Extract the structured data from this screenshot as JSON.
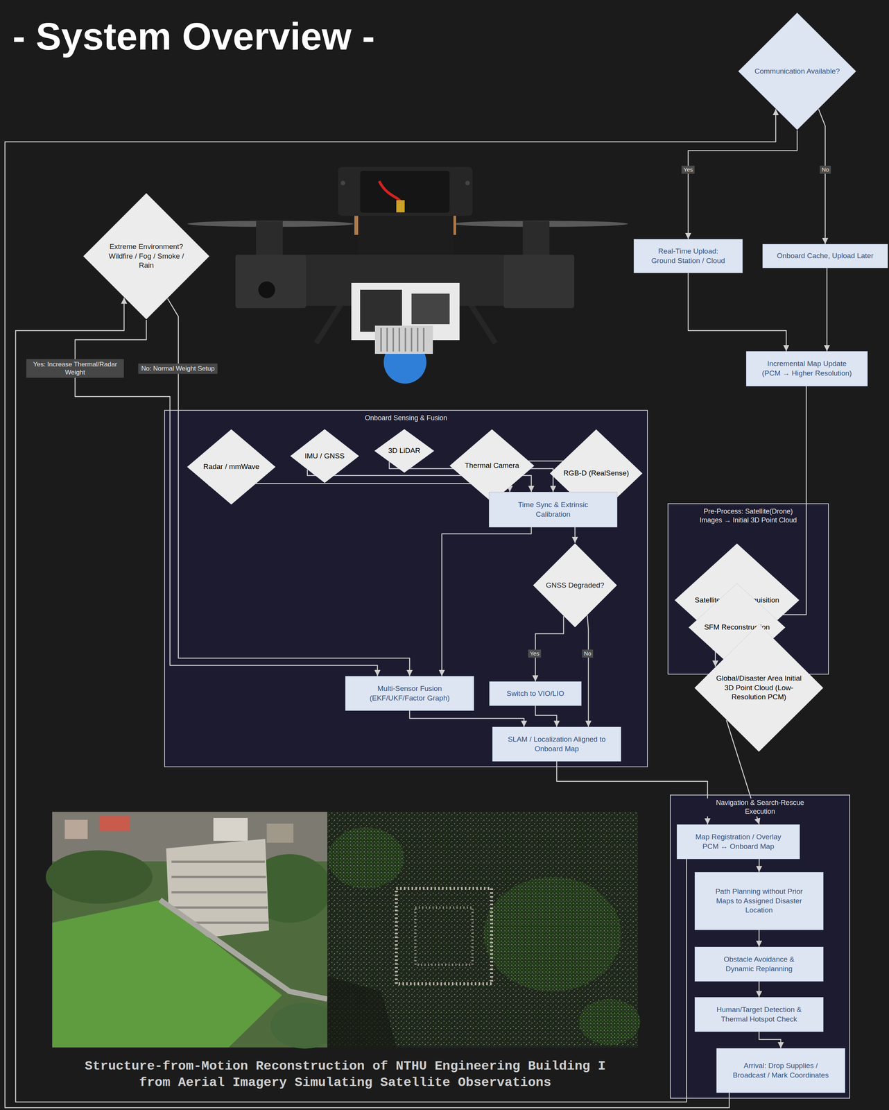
{
  "diagram": {
    "title": "- System Overview -",
    "caption": "Structure-from-Motion Reconstruction of NTHU Engineering Building I from Aerial Imagery Simulating Satellite Observations",
    "nodes": [
      {
        "text": [
          "Communication Available?"
        ]
      },
      {
        "text": [
          "Real-Time Upload: Ground Station / Cloud"
        ]
      },
      {
        "text": [
          "Onboard Cache, Upload Later"
        ]
      },
      {
        "text": [
          "Extreme Environment? Wildfire / Fog / Smoke / Rain"
        ]
      },
      {
        "text": [
          "Incremental Map Update (PCM → Higher Resolution)"
        ]
      },
      {
        "text": [
          "Onboard Sensing & Fusion"
        ]
      },
      {
        "text": [
          "Radar / mmWave"
        ],
        "in": 5
      },
      {
        "text": [
          "IMU / GNSS"
        ],
        "in": 5
      },
      {
        "text": [
          "3D LiDAR"
        ],
        "in": 5
      },
      {
        "text": [
          "Thermal Camera"
        ],
        "in": 5
      },
      {
        "text": [
          "RGB-D (RealSense)"
        ],
        "in": 5
      },
      {
        "text": [
          "Time Sync & Extrinsic Calibration"
        ],
        "in": 5
      },
      {
        "text": [
          "Pre-Process: Satellite(Drone) Images → Initial 3D Point Cloud"
        ]
      },
      {
        "text": [
          "Satellite Image Acquisition"
        ],
        "in": 12
      },
      {
        "text": [
          "GNSS Degraded?"
        ],
        "in": 5
      },
      {
        "text": [
          "SFM Reconstruction"
        ],
        "in": 12
      },
      {
        "text": [
          "Global/Disaster Area Initial 3D Point Cloud (Low-Resolution PCM)"
        ],
        "in": 12
      },
      {
        "text": [
          "Multi-Sensor Fusion (EKF/UKF/Factor Graph)"
        ],
        "in": 5
      },
      {
        "text": [
          "Switch to VIO/LIO"
        ],
        "in": 5
      },
      {
        "text": [
          "SLAM / Localization Aligned to Onboard Map"
        ],
        "in": 5
      },
      {
        "text": [
          "Navigation & Search-Rescue Execution"
        ]
      },
      {
        "text": [
          "Map Registration / Overlay PCM ↔ Onboard Map"
        ],
        "in": 20
      },
      {
        "text": [
          "Path Planning without Prior Maps to Assigned Disaster Location"
        ],
        "in": 20
      },
      {
        "text": [
          "Obstacle Avoidance & Dynamic Replanning"
        ],
        "in": 20
      },
      {
        "text": [
          "Human/Target Detection & Thermal Hotspot Check"
        ],
        "in": 20
      },
      {
        "text": [
          "Arrival: Drop Supplies / Broadcast / Mark Coordinates"
        ],
        "in": 20
      }
    ],
    "edges": [
      {
        "from": 0,
        "to": 1,
        "arrow": "to",
        "label": "Yes"
      },
      {
        "from": 0,
        "to": 2,
        "arrow": "to",
        "label": "No"
      },
      {
        "from": 1,
        "to": 4,
        "arrow": "to"
      },
      {
        "from": 2,
        "to": 4,
        "arrow": "to"
      },
      {
        "from": 4,
        "to": 16,
        "arrow": "to"
      },
      {
        "from": 13,
        "to": 15,
        "arrow": "to"
      },
      {
        "from": 15,
        "to": 16,
        "arrow": "to"
      },
      {
        "from": 6,
        "to": 11,
        "arrow": "to"
      },
      {
        "from": 7,
        "to": 11,
        "arrow": "to"
      },
      {
        "from": 8,
        "to": 11,
        "arrow": "to"
      },
      {
        "from": 9,
        "to": 11,
        "arrow": "to"
      },
      {
        "from": 10,
        "to": 11,
        "arrow": "to"
      },
      {
        "from": 11,
        "to": 17,
        "arrow": "to"
      },
      {
        "from": 11,
        "to": 14,
        "arrow": "to"
      },
      {
        "from": 14,
        "to": 18,
        "arrow": "to",
        "label": "Yes"
      },
      {
        "from": 14,
        "to": 19,
        "arrow": "to",
        "label": "No"
      },
      {
        "from": 17,
        "to": 19,
        "arrow": "to"
      },
      {
        "from": 18,
        "to": 19,
        "arrow": "to"
      },
      {
        "from": 3,
        "to": 17,
        "arrow": "to",
        "label": "Yes: Increase Thermal/Radar Weight"
      },
      {
        "from": 3,
        "to": 17,
        "arrow": "to",
        "label": "No: Normal Weight Setup"
      },
      {
        "from": 19,
        "to": 21,
        "arrow": "to"
      },
      {
        "from": 16,
        "to": 21,
        "arrow": "to"
      },
      {
        "from": 21,
        "to": 22,
        "arrow": "to"
      },
      {
        "from": 22,
        "to": 23,
        "arrow": "to"
      },
      {
        "from": 23,
        "to": 24,
        "arrow": "to"
      },
      {
        "from": 24,
        "to": 25,
        "arrow": "to"
      },
      {
        "from": 21,
        "to": 3,
        "arrow": "to"
      },
      {
        "from": 25,
        "to": 0,
        "arrow": "to"
      }
    ]
  }
}
